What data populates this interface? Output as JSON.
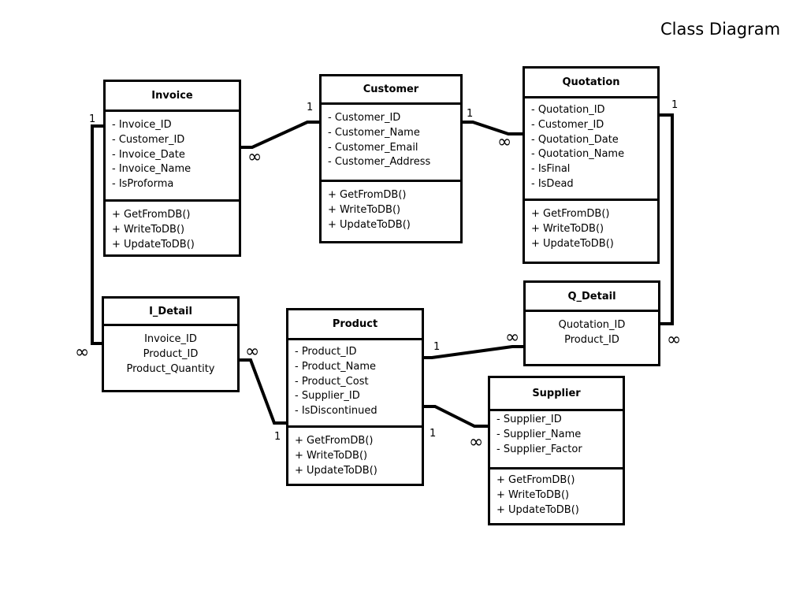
{
  "title": "Class Diagram",
  "classes": {
    "invoice": {
      "name": "Invoice",
      "attributes": [
        "- Invoice_ID",
        "- Customer_ID",
        "- Invoice_Date",
        "- Invoice_Name",
        "- IsProforma"
      ],
      "methods": [
        "+ GetFromDB()",
        "+ WriteToDB()",
        "+ UpdateToDB()"
      ]
    },
    "customer": {
      "name": "Customer",
      "attributes": [
        "- Customer_ID",
        "- Customer_Name",
        "- Customer_Email",
        "- Customer_Address"
      ],
      "methods": [
        "+ GetFromDB()",
        "+ WriteToDB()",
        "+ UpdateToDB()"
      ]
    },
    "quotation": {
      "name": "Quotation",
      "attributes": [
        "- Quotation_ID",
        "- Customer_ID",
        "- Quotation_Date",
        "- Quotation_Name",
        "- IsFinal",
        "- IsDead"
      ],
      "methods": [
        "+ GetFromDB()",
        "+ WriteToDB()",
        "+ UpdateToDB()"
      ]
    },
    "i_detail": {
      "name": "I_Detail",
      "attributes": [
        "Invoice_ID",
        "Product_ID",
        "Product_Quantity"
      ]
    },
    "product": {
      "name": "Product",
      "attributes": [
        "- Product_ID",
        "- Product_Name",
        "- Product_Cost",
        "- Supplier_ID",
        " - IsDiscontinued"
      ],
      "methods": [
        "+ GetFromDB()",
        "+ WriteToDB()",
        "+ UpdateToDB()"
      ]
    },
    "q_detail": {
      "name": "Q_Detail",
      "attributes": [
        "Quotation_ID",
        "Product_ID"
      ]
    },
    "supplier": {
      "name": "Supplier",
      "attributes": [
        "- Supplier_ID",
        "- Supplier_Name",
        "- Supplier_Factor"
      ],
      "methods": [
        "+ GetFromDB()",
        "+ WriteToDB()",
        "+ UpdateToDB()"
      ]
    }
  },
  "relationships": [
    {
      "from": "Invoice",
      "to": "Customer",
      "from_multiplicity": "∞",
      "to_multiplicity": "1"
    },
    {
      "from": "Customer",
      "to": "Quotation",
      "from_multiplicity": "1",
      "to_multiplicity": "∞"
    },
    {
      "from": "Invoice",
      "to": "I_Detail",
      "from_multiplicity": "1",
      "to_multiplicity": "∞"
    },
    {
      "from": "I_Detail",
      "to": "Product",
      "from_multiplicity": "∞",
      "to_multiplicity": "1"
    },
    {
      "from": "Product",
      "to": "Q_Detail",
      "from_multiplicity": "1",
      "to_multiplicity": "∞"
    },
    {
      "from": "Product",
      "to": "Supplier",
      "from_multiplicity": "1",
      "to_multiplicity": "∞"
    },
    {
      "from": "Quotation",
      "to": "Q_Detail",
      "from_multiplicity": "1",
      "to_multiplicity": "∞"
    }
  ]
}
